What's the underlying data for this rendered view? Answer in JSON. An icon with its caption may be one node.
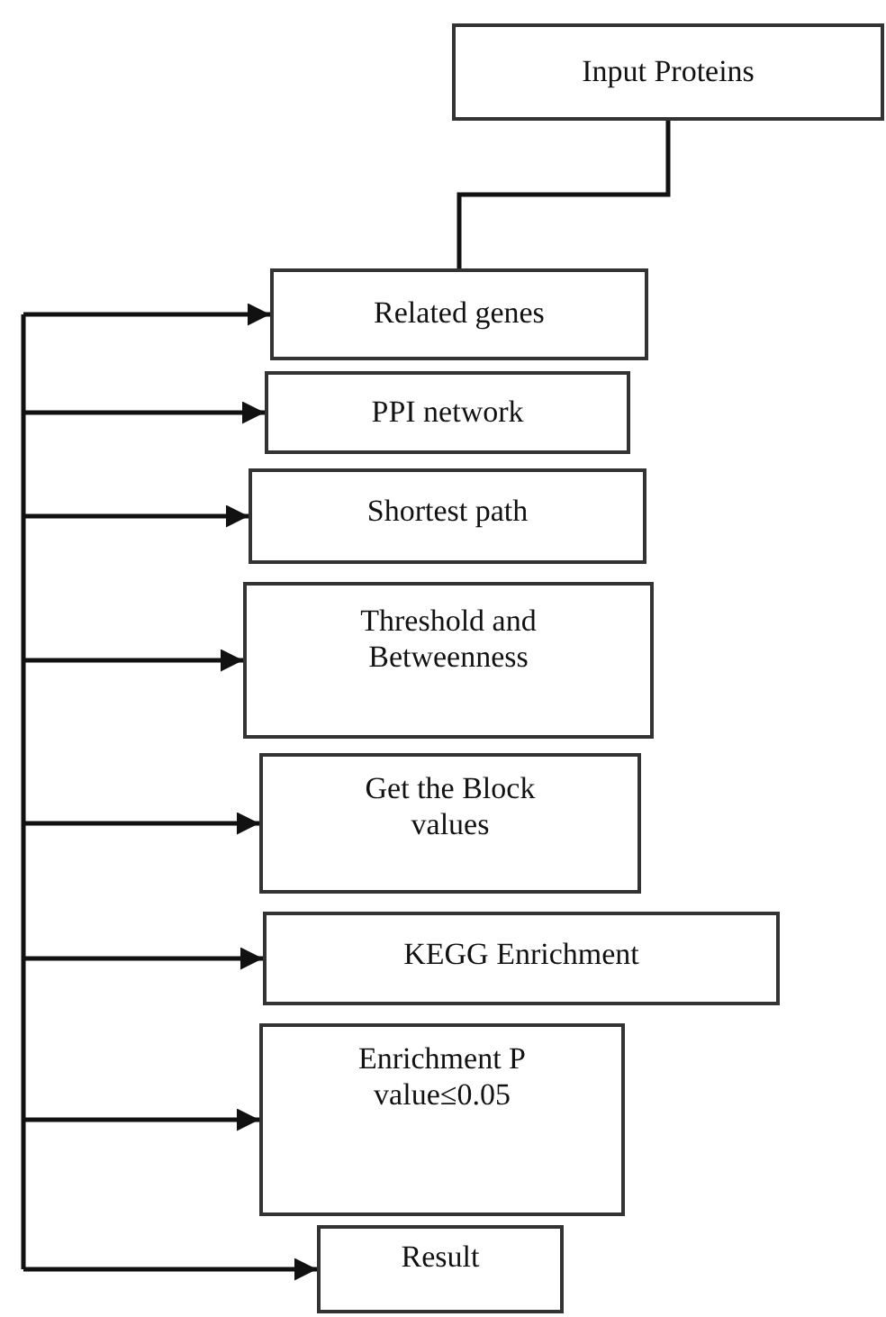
{
  "diagram": {
    "nodes": [
      {
        "text": [
          "Input Proteins"
        ]
      },
      {
        "text": [
          "Related genes"
        ]
      },
      {
        "text": [
          "PPI network"
        ]
      },
      {
        "text": [
          "Shortest path"
        ]
      },
      {
        "text": [
          "Threshold and Betweenness"
        ]
      },
      {
        "text": [
          "Get the Block values"
        ]
      },
      {
        "text": [
          "KEGG Enrichment"
        ]
      },
      {
        "text": [
          "Enrichment P value≤0.05"
        ]
      },
      {
        "text": [
          "Result"
        ]
      }
    ],
    "edges": [
      {
        "from": 0,
        "to": 1,
        "arrow": "none"
      },
      {
        "from": null,
        "to": 1,
        "arrow": "to"
      },
      {
        "from": null,
        "to": 2,
        "arrow": "to"
      },
      {
        "from": null,
        "to": 3,
        "arrow": "to"
      },
      {
        "from": null,
        "to": 4,
        "arrow": "to"
      },
      {
        "from": null,
        "to": 5,
        "arrow": "to"
      },
      {
        "from": null,
        "to": 6,
        "arrow": "to"
      },
      {
        "from": null,
        "to": 7,
        "arrow": "to"
      },
      {
        "from": null,
        "to": 8,
        "arrow": "to"
      }
    ]
  }
}
